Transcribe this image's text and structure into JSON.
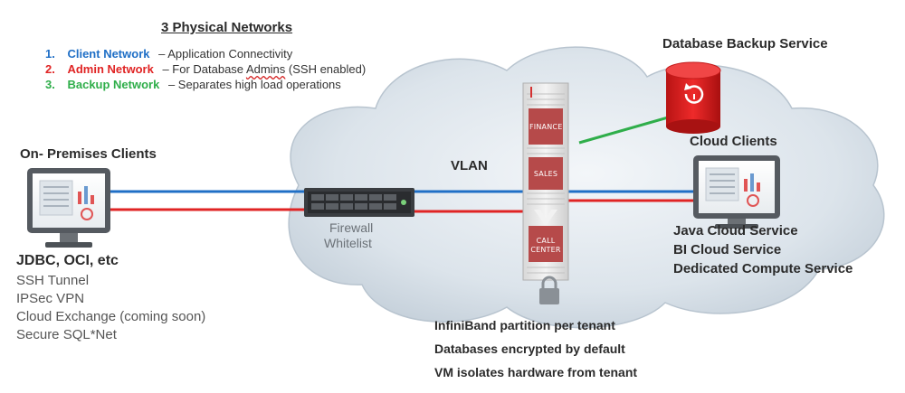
{
  "legend": {
    "title": "3 Physical Networks",
    "items": [
      {
        "num": "1.",
        "name": "Client Network",
        "desc": "– Application Connectivity",
        "color": "#1f6fc6"
      },
      {
        "num": "2.",
        "name": "Admin Network",
        "desc_pre": "– For Database ",
        "desc_wavy": "Admins",
        "desc_post": " (SSH enabled)",
        "color": "#e02424"
      },
      {
        "num": "3.",
        "name": "Backup Network",
        "desc": "– Separates high load operations",
        "color": "#2fae4a"
      }
    ]
  },
  "on_premises": {
    "title": "On- Premises Clients",
    "protocols_title": "JDBC, OCI, etc",
    "protocols": [
      "SSH Tunnel",
      "IPSec VPN",
      "Cloud Exchange (coming soon)",
      "Secure SQL*Net"
    ]
  },
  "firewall": {
    "line1": "Firewall",
    "line2": "Whitelist"
  },
  "vlan_label": "VLAN",
  "rack": {
    "labels": [
      "FINANCE",
      "SALES",
      "CALL CENTER"
    ]
  },
  "backup_service": {
    "title": "Database Backup Service"
  },
  "cloud_clients": {
    "title": "Cloud Clients",
    "services": [
      "Java Cloud Service",
      "BI Cloud Service",
      "Dedicated Compute Service"
    ]
  },
  "features": [
    "InfiniBand partition per tenant",
    "Databases encrypted by default",
    "VM isolates hardware from tenant"
  ],
  "colors": {
    "client": "#1f6fc6",
    "admin": "#e02424",
    "backup": "#2fae4a",
    "cloud": "#dde5ec"
  }
}
